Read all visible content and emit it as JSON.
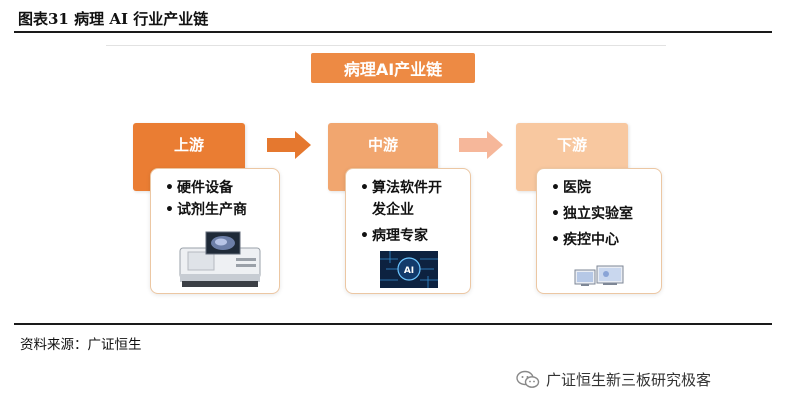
{
  "figure_title": "图表31 病理 AI 行业产业链",
  "main_title": "病理AI产业链",
  "stages": [
    {
      "name": "上游",
      "items": [
        "硬件设备",
        "试剂生产商"
      ]
    },
    {
      "name": "中游",
      "items_lines": [
        [
          "算法软件开",
          "发企业"
        ],
        [
          "病理专家"
        ]
      ]
    },
    {
      "name": "下游",
      "items": [
        "医院",
        "独立实验室",
        "疾控中心"
      ]
    }
  ],
  "ai_chip_label": "AI",
  "source": "资料来源：广证恒生",
  "watermark": "广证恒生新三板研究极客",
  "colors": {
    "upstream": "#ea7d33",
    "midstream": "#f1a66f",
    "downstream": "#f8c8a0"
  }
}
